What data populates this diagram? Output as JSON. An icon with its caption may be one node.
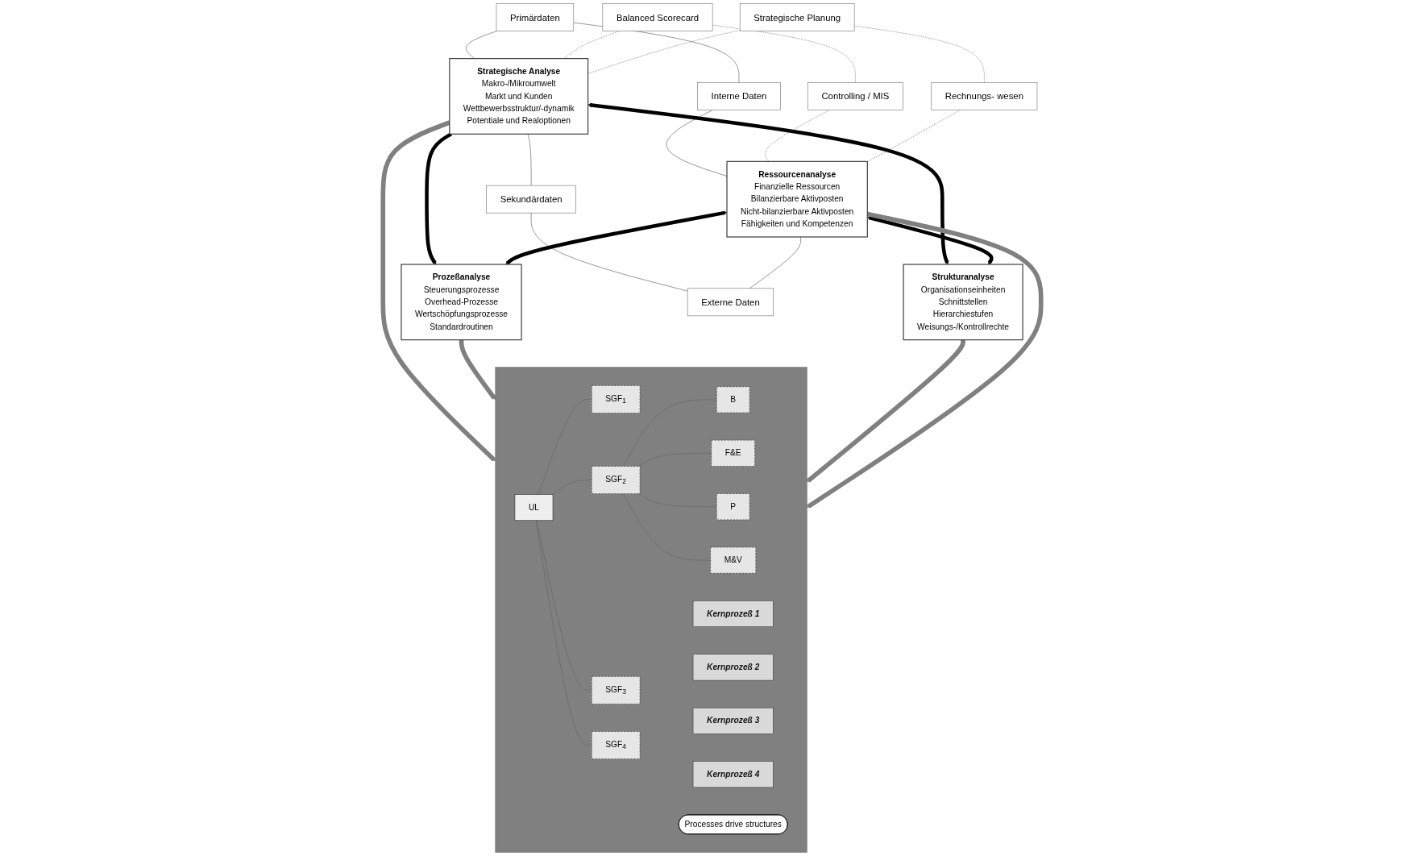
{
  "diagram": {
    "nodes": [
      {
        "text": [
          "Primärdaten"
        ]
      },
      {
        "text": [
          "Strategische Analyse",
          "Makro-/Mikroumwelt",
          "Markt und Kunden",
          "Wettbewerbsstruktur/-dynamik",
          "Potentiale und Realoptionen"
        ]
      },
      {
        "text": [
          "Sekundärdaten"
        ]
      },
      {
        "text": [
          "Balanced Scorecard"
        ]
      },
      {
        "text": [
          "Strategische Planung"
        ]
      },
      {
        "text": [
          "Prozeßanalyse",
          "Steuerungsprozesse",
          "Overhead-Prozesse",
          "Wertschöpfungsprozesse",
          "Standardroutinen"
        ]
      },
      {
        "text": [],
        "shape": "box"
      },
      {
        "text": [
          "UL"
        ],
        "in": 6
      },
      {
        "text": [
          "SGF$_{1}$"
        ],
        "in": 6
      },
      {
        "text": [
          "SGF$_{2}$"
        ],
        "in": 6
      },
      {
        "text": [
          "SGF$_{3}$"
        ],
        "in": 6
      },
      {
        "text": [
          "SGF$_{4}$"
        ],
        "in": 6
      },
      {
        "text": [
          "B"
        ],
        "in": 6
      },
      {
        "text": [
          "F&E"
        ],
        "in": 6
      },
      {
        "text": [
          "P"
        ],
        "in": 6
      },
      {
        "text": [
          "M&V"
        ],
        "in": 6
      },
      {
        "text": [
          "Kernprozeß 1"
        ],
        "in": 6
      },
      {
        "text": [
          "Kernprozeß 2"
        ],
        "in": 6
      },
      {
        "text": [
          "Kernprozeß 3"
        ],
        "in": 6
      },
      {
        "text": [
          "Kernprozeß 4"
        ],
        "in": 6
      },
      {
        "text": [
          "Processes drive structures"
        ],
        "in": 6
      },
      {
        "text": [
          "Strukturanalyse",
          "Organisationseinheiten",
          "Schnittstellen",
          "Hierarchiestufen",
          "Weisungs-/Kontrollrechte"
        ]
      },
      {
        "text": [
          "Controlling / MIS"
        ]
      },
      {
        "text": [
          "Rechnungs- wesen"
        ]
      },
      {
        "text": [
          "Ressourcenanalyse",
          "Finanzielle Ressourcen",
          "Bilanzierbare Aktivposten",
          "Nicht-bilanzierbare Aktivposten",
          "Fähigkeiten und Kompetenzen"
        ]
      },
      {
        "text": [
          "Interne Daten"
        ]
      },
      {
        "text": [
          "Externe Daten"
        ]
      }
    ],
    "edges": [
      {
        "from": 0,
        "to": 1,
        "arrow": "none"
      },
      {
        "from": 1,
        "to": 2,
        "arrow": "none"
      },
      {
        "from": 0,
        "to": 25,
        "arrow": "none"
      },
      {
        "from": 2,
        "to": 26,
        "arrow": "none"
      },
      {
        "from": 25,
        "to": 24,
        "arrow": "none"
      },
      {
        "from": 24,
        "to": 26,
        "arrow": "none"
      },
      {
        "from": 1,
        "to": 5,
        "arrow": "to",
        "style": "thick",
        "color": "#000000"
      },
      {
        "from": 1,
        "to": 21,
        "arrow": "both",
        "style": "thick",
        "color": "#000000"
      },
      {
        "from": 24,
        "to": 5,
        "arrow": "both",
        "style": "thick",
        "color": "#000000"
      },
      {
        "from": 24,
        "to": 21,
        "arrow": "both",
        "style": "thick",
        "color": "#000000"
      },
      {
        "from": 3,
        "to": 1,
        "arrow": "none",
        "style": "dashed"
      },
      {
        "from": 4,
        "to": 1,
        "arrow": "none",
        "style": "dashed"
      },
      {
        "from": 3,
        "to": 22,
        "arrow": "none",
        "style": "dashed"
      },
      {
        "from": 4,
        "to": 23,
        "arrow": "none",
        "style": "dashed"
      },
      {
        "from": 22,
        "to": 24,
        "arrow": "none",
        "style": "dashed"
      },
      {
        "from": 23,
        "to": 24,
        "arrow": "none",
        "style": "dashed"
      },
      {
        "from": 1,
        "to": 6,
        "arrow": "to",
        "style": "thick"
      },
      {
        "from": 5,
        "to": 6,
        "arrow": "to",
        "style": "thick"
      },
      {
        "from": 21,
        "to": 6,
        "arrow": "to",
        "style": "thick"
      },
      {
        "from": 24,
        "to": 6,
        "arrow": "to",
        "style": "thick"
      },
      {
        "from": 7,
        "to": 8,
        "arrow": "none"
      },
      {
        "from": 7,
        "to": 9,
        "arrow": "none"
      },
      {
        "from": 7,
        "to": 10,
        "arrow": "none"
      },
      {
        "from": 7,
        "to": 11,
        "arrow": "none"
      },
      {
        "from": 9,
        "to": 12,
        "arrow": "none"
      },
      {
        "from": 9,
        "to": 13,
        "arrow": "none"
      },
      {
        "from": 9,
        "to": 14,
        "arrow": "none"
      },
      {
        "from": 9,
        "to": 15,
        "arrow": "none"
      }
    ]
  }
}
